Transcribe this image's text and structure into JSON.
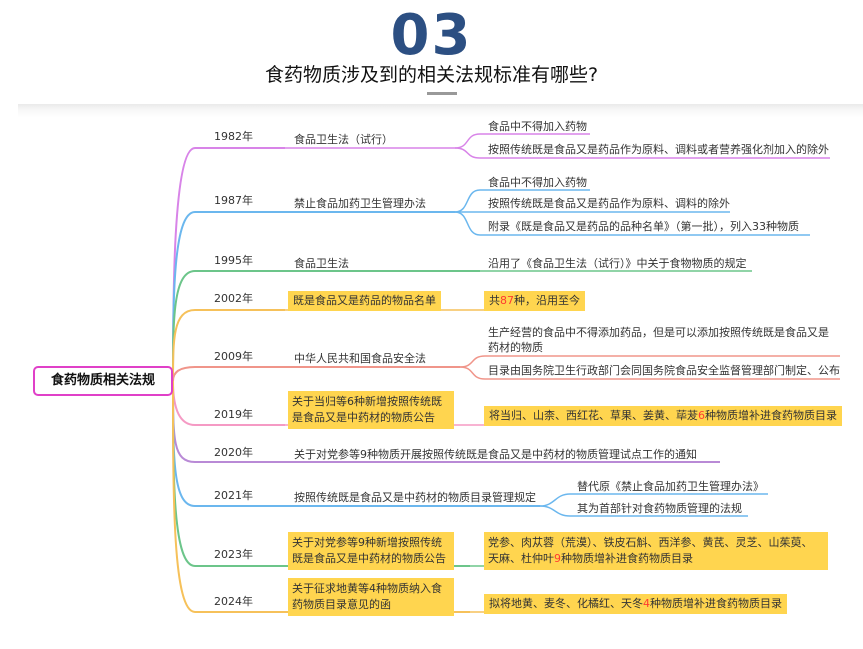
{
  "header": {
    "number": "03",
    "title": "食药物质涉及到的相关法规标准有哪些?"
  },
  "root": "食药物质相关法规",
  "branches": [
    {
      "year": "1982年",
      "name": "食品卫生法（试行）",
      "color": "#d884e8",
      "leaves": [
        "食品中不得加入药物",
        "按照传统既是食品又是药品作为原料、调料或者营养强化剂加入的除外"
      ]
    },
    {
      "year": "1987年",
      "name": "禁止食品加药卫生管理办法",
      "color": "#6bb7ee",
      "leaves": [
        "食品中不得加入药物",
        "按照传统既是食品又是药品作为原料、调料的除外",
        "附录《既是食品又是药品的品种名单》（第一批），列入33种物质"
      ]
    },
    {
      "year": "1995年",
      "name": "食品卫生法",
      "color": "#6cc58a",
      "leaves": [
        "沿用了《食品卫生法（试行）》中关于食物物质的规定"
      ]
    },
    {
      "year": "2002年",
      "name": "既是食品又是药品的物品名单",
      "color": "#f6c15a",
      "leaf_pre": "共",
      "leaf_num": "87",
      "leaf_post": "种，沿用至今"
    },
    {
      "year": "2009年",
      "name": "中华人民共和国食品安全法",
      "color": "#f0958a",
      "leaves": [
        "生产经营的食品中不得添加药品，但是可以添加按照传统既是食品又是",
        "药材的物质",
        "目录由国务院卫生行政部门会同国务院食品安全监督管理部门制定、公布"
      ]
    },
    {
      "year": "2019年",
      "name": "关于当归等6种新增按照传统既是食品又是中药材的物质公告",
      "color": "#f59ac4",
      "leaf_pre": "将当归、山柰、西红花、草果、姜黄、荜茇",
      "leaf_num": "6",
      "leaf_post": "种物质增补进食药物质目录"
    },
    {
      "year": "2020年",
      "name": "关于对党参等9种物质开展按照传统既是食品又是中药材的物质管理试点工作的通知",
      "color": "#b98ad6"
    },
    {
      "year": "2021年",
      "name": "按照传统既是食品又是中药材的物质目录管理规定",
      "color": "#6bb7ee",
      "leaves": [
        "替代原《禁止食品加药卫生管理办法》",
        "其为首部针对食药物质管理的法规"
      ]
    },
    {
      "year": "2023年",
      "name": "关于对党参等9种新增按照传统既是食品又是中药材的物质公告",
      "color": "#6cc58a",
      "leaf_line1": "党参、肉苁蓉（荒漠）、铁皮石斛、西洋参、黄芪、灵芝、山茱萸、",
      "leaf_pre": "天麻、杜仲叶",
      "leaf_num": "9",
      "leaf_post": "种物质增补进食药物质目录"
    },
    {
      "year": "2024年",
      "name": "关于征求地黄等4种物质纳入食药物质目录意见的函",
      "color": "#f6c15a",
      "leaf_pre": "拟将地黄、麦冬、化橘红、天冬",
      "leaf_num": "4",
      "leaf_post": "种物质增补进食药物质目录"
    }
  ],
  "colors": {
    "number": "#2c4f82",
    "root_border": "#e040c8",
    "highlight": "#ffd54f",
    "accent_num": "#ff3b30"
  }
}
